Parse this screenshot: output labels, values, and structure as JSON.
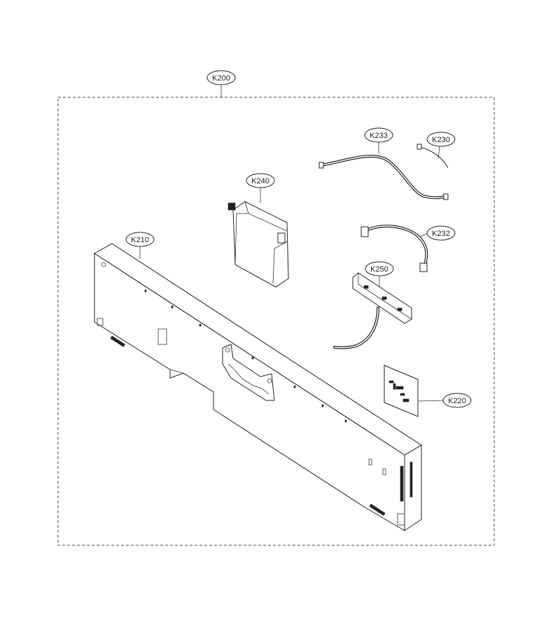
{
  "diagram": {
    "labels": {
      "k200": "K200",
      "k210": "K210",
      "k220": "K220",
      "k230": "K230",
      "k232": "K232",
      "k233": "K233",
      "k240": "K240",
      "k250": "K250"
    }
  }
}
